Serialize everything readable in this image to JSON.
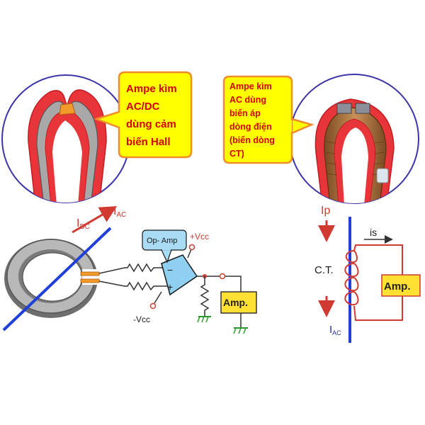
{
  "colors": {
    "circle_border": "#3b35a8",
    "callout_fill": "#ffff00",
    "callout_border": "#f08c2a",
    "callout_text": "#d40000",
    "core_red": "#e8353a",
    "core_gray": "#a8a8a8",
    "wire_blue": "#1f3fd8",
    "arrow_red": "#d03a30",
    "amp_box": "#ffe033",
    "ground_green": "#2a9a2a"
  },
  "callouts": {
    "left": [
      "Ampe kìm",
      "AC/DC",
      "dùng cảm",
      "biến Hall"
    ],
    "right": [
      "Ampe kìm",
      "AC dùng",
      "biến áp",
      "dòng điện",
      "(biến dòng",
      "CT)"
    ]
  },
  "left_circuit": {
    "idc_main": "I",
    "idc_sub": "DC",
    "iac_main": "I",
    "iac_sub": "AC",
    "opamp_label": "Op- Amp",
    "vcc_pos": "+Vcc",
    "vcc_neg": "-Vcc",
    "minus_sign": "−",
    "plus_sign": "+",
    "amp_label": "Amp."
  },
  "right_circuit": {
    "ip_label": "Ip",
    "is_label": "is",
    "ct_label": "C.T.",
    "amp_label": "Amp.",
    "iac_main": "I",
    "iac_sub": "AC"
  },
  "icons": [
    "clamp-hall-icon",
    "clamp-ct-icon",
    "toroid-core-icon",
    "opamp-icon",
    "ground-icon",
    "coil-icon"
  ]
}
